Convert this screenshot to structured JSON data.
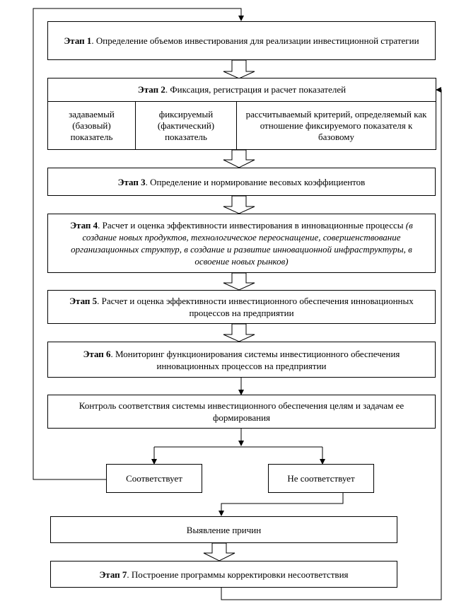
{
  "stage1": {
    "label": "Этап 1",
    "text": ". Определение объемов инвестирования для реализации инвестиционной стратегии"
  },
  "stage2": {
    "label": "Этап 2",
    "text": ". Фиксация, регистрация и расчет показателей",
    "cols": [
      "задаваемый (базовый) показатель",
      "фиксируемый (фактический) показатель",
      "рассчитываемый критерий, определяемый как отношение фиксируемого показателя к базовому"
    ]
  },
  "stage3": {
    "label": "Этап 3",
    "text": ". Определение и нормирование весовых коэффициентов"
  },
  "stage4": {
    "label": "Этап 4",
    "text": ". Расчет и оценка эффективности инвестирования в инновационные процессы ",
    "italic": "(в создание новых продуктов, технологическое переоснащение, совершенствование организационных структур, в создание и развитие инновационной инфраструктуры, в освоение новых рынков)"
  },
  "stage5": {
    "label": "Этап 5",
    "text": ". Расчет и оценка эффективности инвестиционного обеспечения инновационных процессов на предприятии"
  },
  "stage6": {
    "label": "Этап 6",
    "text": ". Мониторинг функционирования системы инвестиционного обеспечения инновационных процессов на предприятии"
  },
  "control": {
    "text": "Контроль соответствия системы инвестиционного обеспечения целям и задачам ее формирования"
  },
  "match": {
    "text": "Соответствует"
  },
  "nomatch": {
    "text": "Не соответствует"
  },
  "causes": {
    "text": "Выявление причин"
  },
  "stage7": {
    "label": "Этап 7",
    "text": ". Построение программы корректировки несоответствия"
  }
}
